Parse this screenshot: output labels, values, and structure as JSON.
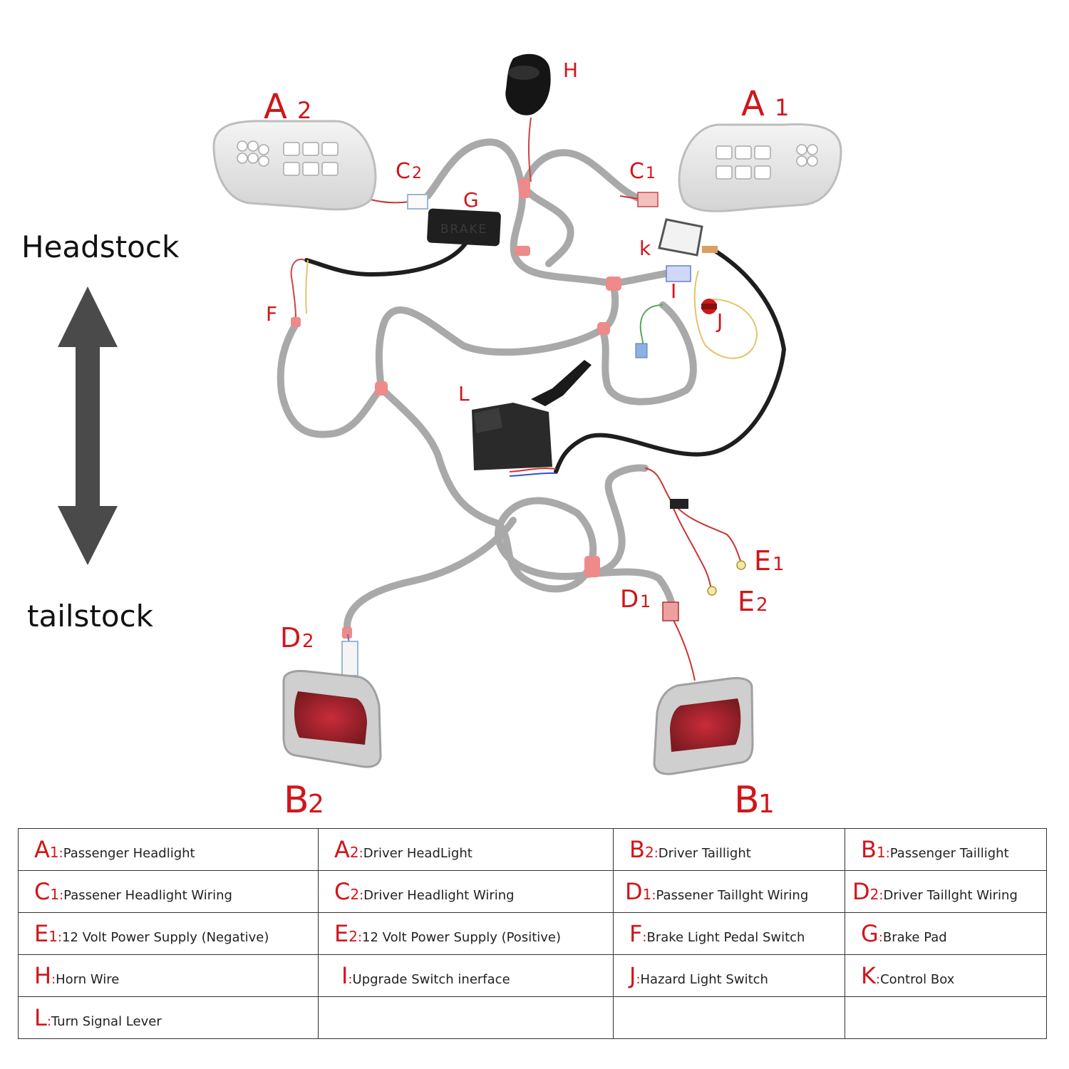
{
  "orientation": {
    "top": "Headstock",
    "bottom": "tailstock"
  },
  "brake_pad_text": "BRAKE",
  "parts": [
    {
      "key": "A1",
      "letter": "A",
      "num": "1",
      "name": "Passenger Headlight"
    },
    {
      "key": "A2",
      "letter": "A",
      "num": "2",
      "name": "Driver HeadLight"
    },
    {
      "key": "B2",
      "letter": "B",
      "num": "2",
      "name": "Driver Taillight"
    },
    {
      "key": "B1",
      "letter": "B",
      "num": "1",
      "name": "Passenger Taillight"
    },
    {
      "key": "C1",
      "letter": "C",
      "num": "1",
      "name": "Passener Headlight Wiring"
    },
    {
      "key": "C2",
      "letter": "C",
      "num": "2",
      "name": "Driver Headlight Wiring"
    },
    {
      "key": "D1",
      "letter": "D",
      "num": "1",
      "name": "Passener Taillght Wiring"
    },
    {
      "key": "D2",
      "letter": "D",
      "num": "2",
      "name": "Driver Taillght Wiring"
    },
    {
      "key": "E1",
      "letter": "E",
      "num": "1",
      "name": "12 Volt Power Supply (Negative)"
    },
    {
      "key": "E2",
      "letter": "E",
      "num": "2",
      "name": "12 Volt Power Supply (Positive)"
    },
    {
      "key": "F",
      "letter": "F",
      "num": "",
      "name": "Brake Light Pedal Switch"
    },
    {
      "key": "G",
      "letter": "G",
      "num": "",
      "name": "Brake Pad"
    },
    {
      "key": "H",
      "letter": "H",
      "num": "",
      "name": "Horn Wire"
    },
    {
      "key": "I",
      "letter": "I",
      "num": "",
      "name": "Upgrade Switch inerface"
    },
    {
      "key": "J",
      "letter": "J",
      "num": "",
      "name": "Hazard Light Switch"
    },
    {
      "key": "K",
      "letter": "K",
      "num": "",
      "name": "Control Box"
    },
    {
      "key": "L",
      "letter": "L",
      "num": "",
      "name": "Turn Signal Lever"
    }
  ],
  "diagram_labels": {
    "H": "H",
    "A2": "A",
    "A2n": "2",
    "A1": "A",
    "A1n": "1",
    "C2": "C",
    "C2n": "2",
    "C1": "C",
    "C1n": "1",
    "G": "G",
    "K": "k",
    "I": "I",
    "J": "J",
    "F": "F",
    "L": "L",
    "E1": "E",
    "E1n": "1",
    "E2": "E",
    "E2n": "2",
    "D1": "D",
    "D1n": "1",
    "D2": "D",
    "D2n": "2",
    "B2": "B",
    "B2n": "2",
    "B1": "B",
    "B1n": "1"
  },
  "colors": {
    "label_red": "#d0161b",
    "harness_grey": "#a9a9a9",
    "sleeve_pink": "#ee8a8a",
    "black_cable": "#1e1e1e"
  }
}
